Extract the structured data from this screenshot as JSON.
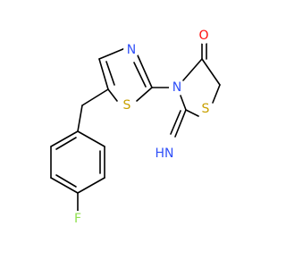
{
  "molecule": {
    "atoms": [
      {
        "id": "o1",
        "symbol": "O",
        "color": "#ff0d0d"
      },
      {
        "id": "n1",
        "symbol": "N",
        "color": "#3050f8"
      },
      {
        "id": "s1",
        "symbol": "S",
        "color": "#c8a000"
      },
      {
        "id": "n2",
        "symbol": "N",
        "color": "#3050f8"
      },
      {
        "id": "s2",
        "symbol": "S",
        "color": "#c8a000"
      },
      {
        "id": "nh",
        "symbol": "HN",
        "color": "#3050f8"
      },
      {
        "id": "f1",
        "symbol": "F",
        "color": "#90e050"
      }
    ]
  }
}
